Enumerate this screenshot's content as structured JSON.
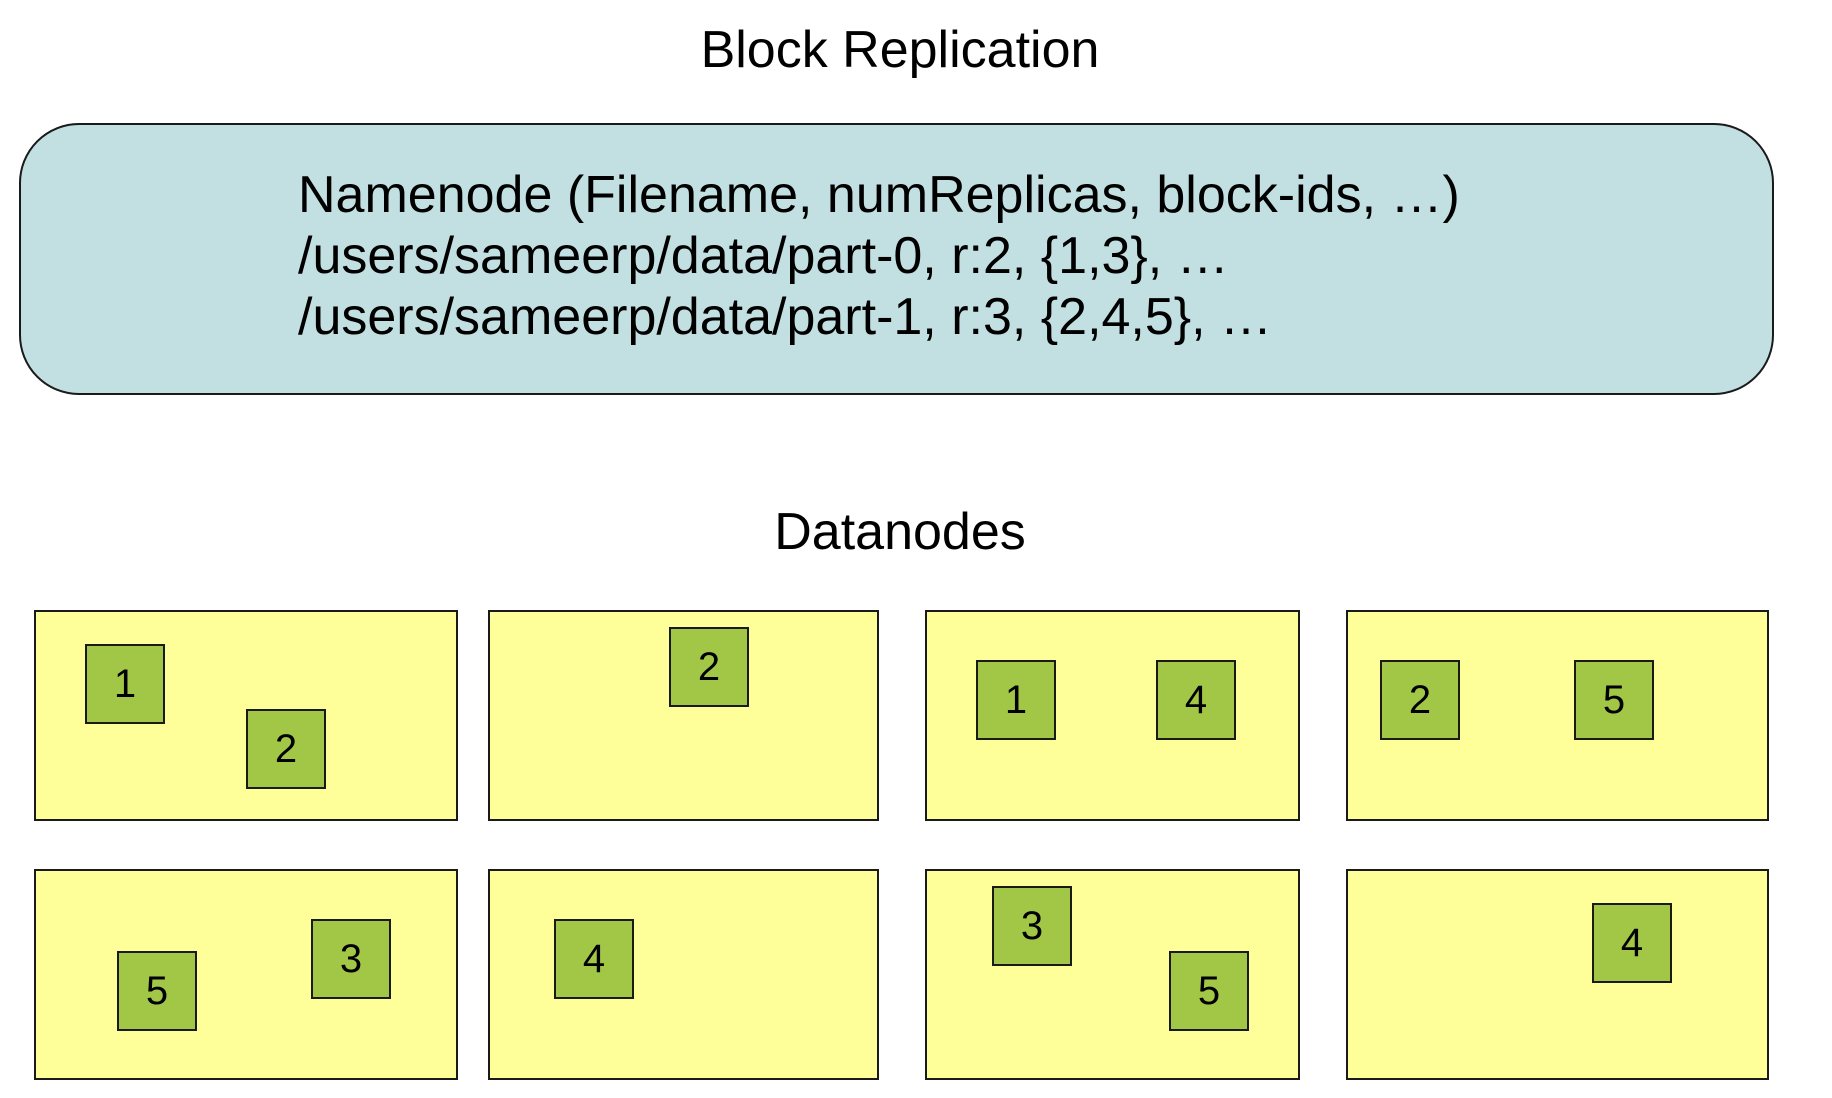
{
  "title": "Block Replication",
  "namenode": {
    "lines": [
      "Namenode (Filename, numReplicas, block-ids, …)",
      "/users/sameerp/data/part-0, r:2, {1,3}, …",
      "/users/sameerp/data/part-1, r:3, {2,4,5}, …"
    ]
  },
  "datanodes": {
    "title": "Datanodes",
    "nodes": [
      {
        "blocks": [
          "1",
          "2"
        ]
      },
      {
        "blocks": [
          "2"
        ]
      },
      {
        "blocks": [
          "1",
          "4"
        ]
      },
      {
        "blocks": [
          "2",
          "5"
        ]
      },
      {
        "blocks": [
          "5",
          "3"
        ]
      },
      {
        "blocks": [
          "4"
        ]
      },
      {
        "blocks": [
          "3",
          "5"
        ]
      },
      {
        "blocks": [
          "4"
        ]
      }
    ]
  },
  "colors": {
    "namenode_fill": "#c2dfe1",
    "datanode_fill": "#ffff99",
    "block_fill": "#a2c747",
    "border": "#1a1a1a"
  }
}
